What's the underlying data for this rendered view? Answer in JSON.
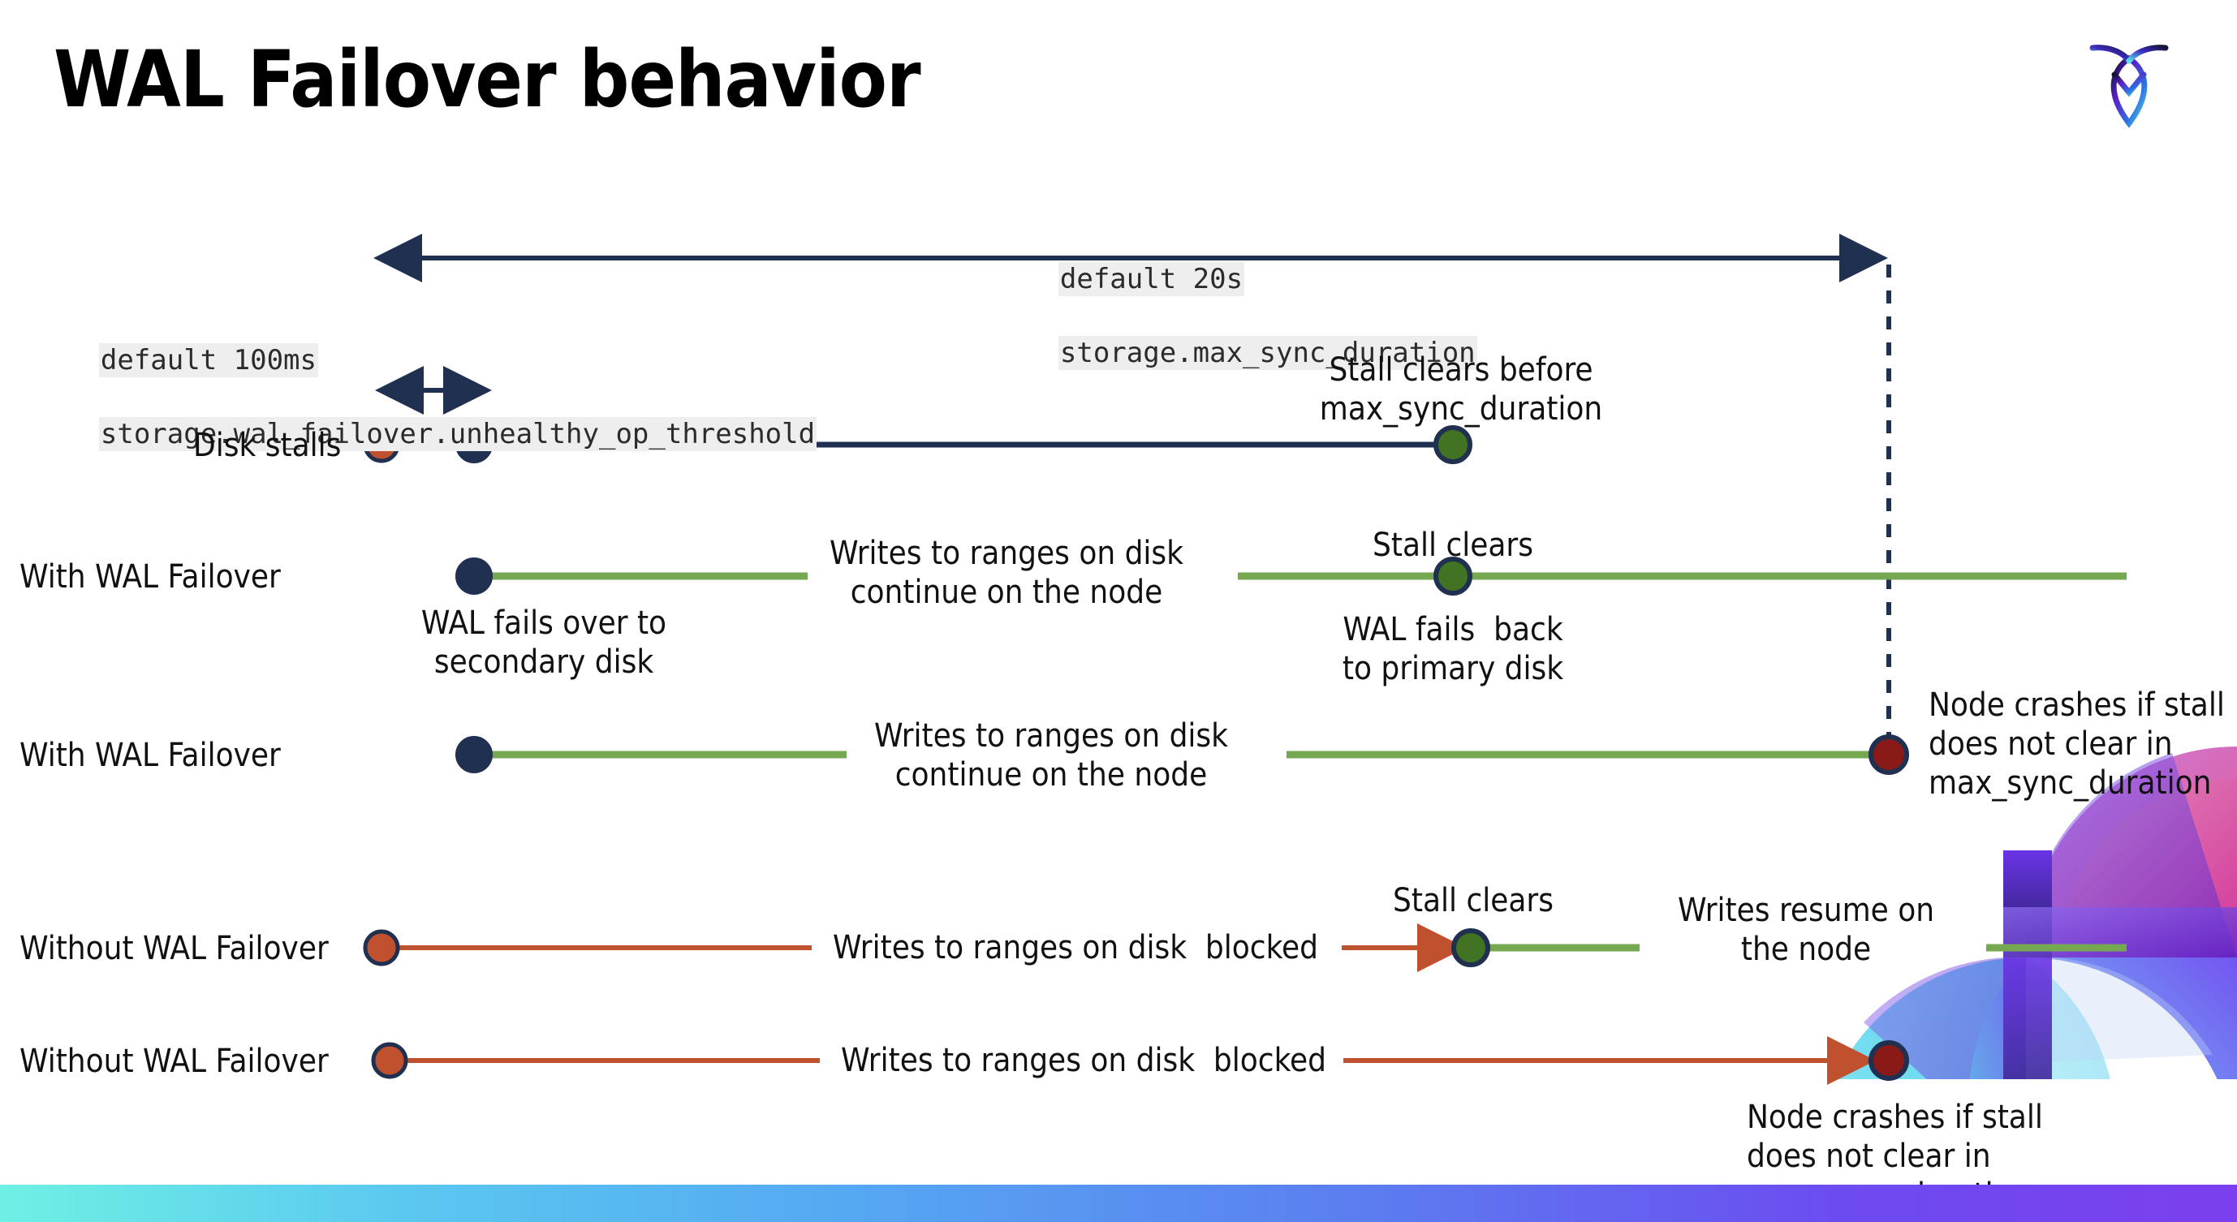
{
  "slide": {
    "title": "WAL Failover behavior",
    "logo_name": "cockroachdb-logo"
  },
  "settings": [
    {
      "id": "max-sync-duration",
      "default_line": "default 20s",
      "setting_line": "storage.max_sync_duration"
    },
    {
      "id": "unhealthy-op-threshold",
      "default_line": "default 100ms",
      "setting_line": "storage.wal_failover.unhealthy_op_threshold"
    }
  ],
  "rows": [
    {
      "id": "disk-stalls",
      "label": "Disk stalls",
      "annotations": [
        "Stall clears before\nmax_sync_duration"
      ]
    },
    {
      "id": "with-wal-failover-clears",
      "label": "With WAL Failover",
      "annotations": [
        "WAL fails over to\nsecondary disk",
        "Writes to ranges on disk\ncontinue on the node",
        "Stall clears",
        "WAL fails  back\nto primary disk"
      ]
    },
    {
      "id": "with-wal-failover-crash",
      "label": "With WAL Failover",
      "annotations": [
        "Writes to ranges on disk\ncontinue on the node",
        "Node crashes if stall\ndoes not clear in\nmax_sync_duration"
      ]
    },
    {
      "id": "without-wal-failover-clears",
      "label": "Without WAL Failover",
      "annotations": [
        "Writes to ranges on disk  blocked",
        "Stall clears",
        "Writes resume on\nthe node"
      ]
    },
    {
      "id": "without-wal-failover-crash",
      "label": "Without WAL Failover",
      "annotations": [
        "Writes to ranges on disk  blocked",
        "Node crashes if stall\ndoes not clear in\nmax_sync_duration"
      ]
    }
  ],
  "colors": {
    "navy": "#1F3050",
    "green_line": "#76A852",
    "green_dot": "#417322",
    "orange": "#C0512E",
    "dark_red": "#8A1A18",
    "code_bg": "#EEEEEE",
    "text": "#111111"
  },
  "legend": {
    "stall_start_dot": "orange-dot",
    "failover_dot": "navy-dot",
    "stall_clear_dot": "green-dot",
    "crash_dot": "dark-red-dot"
  }
}
